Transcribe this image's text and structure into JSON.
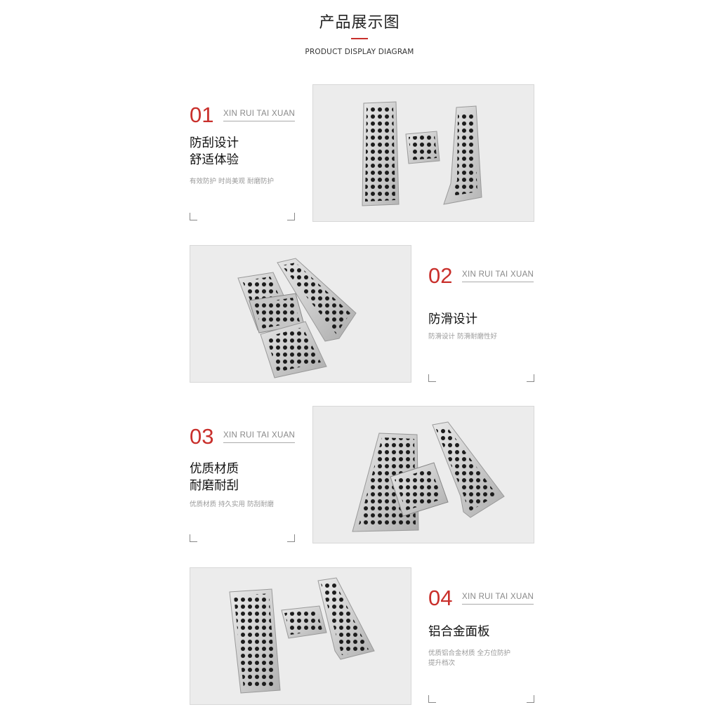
{
  "header": {
    "title": "产品展示图",
    "subtitle": "PRODUCT DISPLAY DIAGRAM",
    "accent_color": "#c9302c"
  },
  "features": [
    {
      "number": "01",
      "brand": "XIN RUI TAI XUAN",
      "heading": "防刮设计\n舒适体验",
      "description": "有效防护 时尚美观 耐磨防护"
    },
    {
      "number": "02",
      "brand": "XIN RUI TAI XUAN",
      "heading": "防滑设计",
      "description": "防滑设计 防滑耐磨性好"
    },
    {
      "number": "03",
      "brand": "XIN RUI TAI XUAN",
      "heading": "优质材质\n耐磨耐刮",
      "description": "优质材质 持久实用 防刮耐磨"
    },
    {
      "number": "04",
      "brand": "XIN RUI TAI XUAN",
      "heading": "铝合金面板",
      "description": "优质铝合金材质 全方位防护\n提升档次"
    }
  ]
}
